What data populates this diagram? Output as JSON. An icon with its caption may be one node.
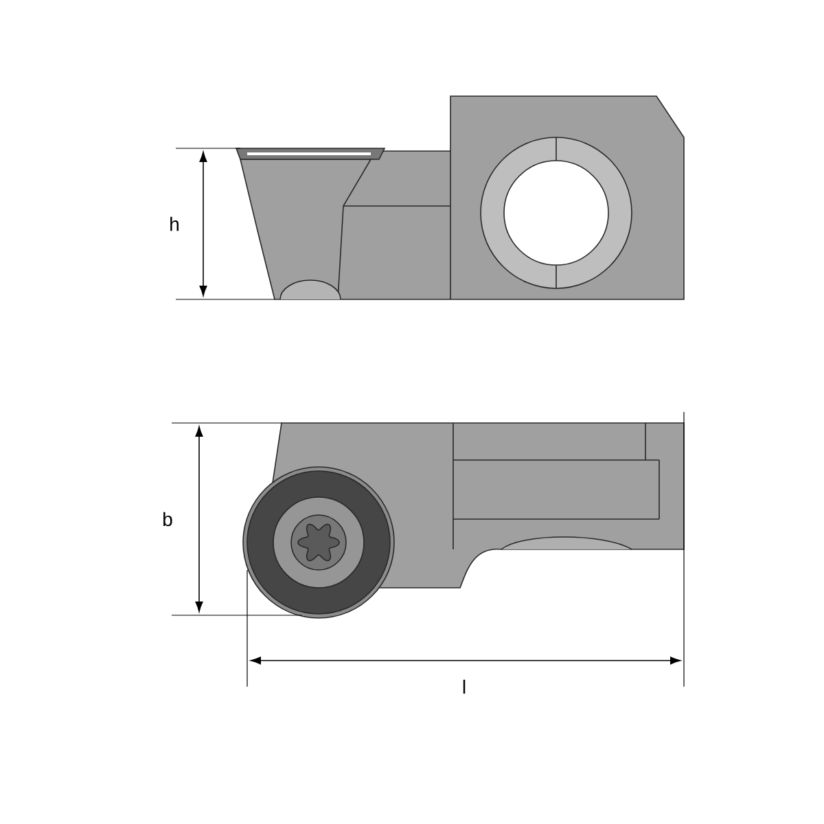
{
  "diagram": {
    "labels": [
      "h",
      "b",
      "l"
    ]
  }
}
